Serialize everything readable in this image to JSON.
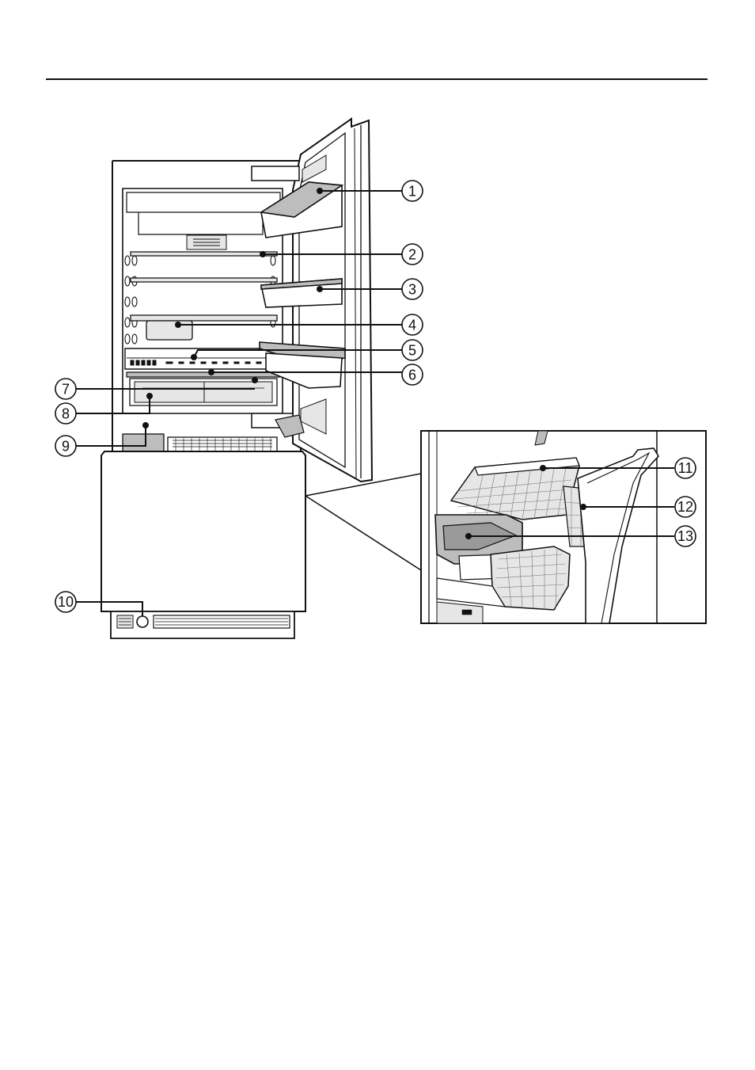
{
  "figure": {
    "ink": "#111111",
    "fill_light": "#e6e6e6",
    "fill_mid": "#bdbdbd",
    "background": "#ffffff"
  },
  "callouts": [
    {
      "label": "1"
    },
    {
      "label": "2"
    },
    {
      "label": "3"
    },
    {
      "label": "4"
    },
    {
      "label": "5"
    },
    {
      "label": "6"
    },
    {
      "label": "7"
    },
    {
      "label": "8"
    },
    {
      "label": "9"
    },
    {
      "label": "10"
    },
    {
      "label": "11"
    },
    {
      "label": "12"
    },
    {
      "label": "13"
    }
  ]
}
